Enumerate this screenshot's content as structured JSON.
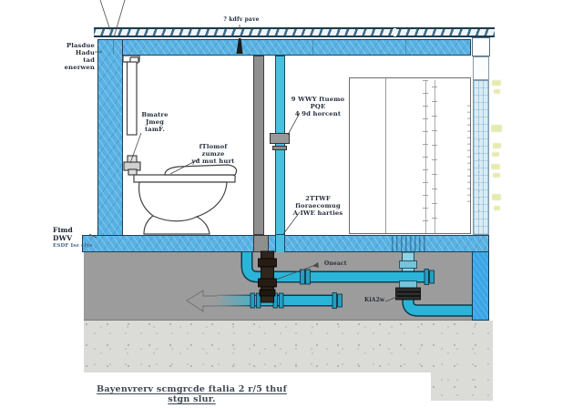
{
  "title": "Bathroom plumbing section diagram",
  "caption": "Bayenvrerv scmgrcde ftalia 2 r/5 thuf stgn slur.",
  "labels": {
    "roof_note": {
      "line1": "Plasdue Hadu",
      "line2": "tad enerwen"
    },
    "vent_note": "? kdfv pave",
    "tank_note": {
      "line1": "Bmatre",
      "line2": "Jmeg",
      "line3": "tamF."
    },
    "seat_note": {
      "line1": "fTlomof zumze",
      "line2": "yd mut hurt"
    },
    "vent_pipe_note": {
      "line1": "9 WWY ftuemo PQE",
      "line2": "4 9d horcent"
    },
    "drain_pipe_note": {
      "line1": "2TTWF fioraecomug",
      "line2": "A IWE harties"
    },
    "floor_note": {
      "line1": "Fimd DWV",
      "line2": "ESDF Ise clys"
    },
    "fitting_note": "Oneact",
    "coupling_note": "KiA2w"
  },
  "colors": {
    "wall_blue": "#58b2e3",
    "roof_hatch": "#3c6c86",
    "right_wall_light": "#d9ecf6",
    "right_wall_lower": "#3aa6e6",
    "pipe_cyan": "#2ab5d8",
    "pipe_light": "#8fd2e6",
    "drain_stack_dark": "#31261d",
    "subfloor_gray": "#9c9c9c",
    "concrete": "#dbdbd7",
    "mark_yellow": "#e2e6a0"
  }
}
